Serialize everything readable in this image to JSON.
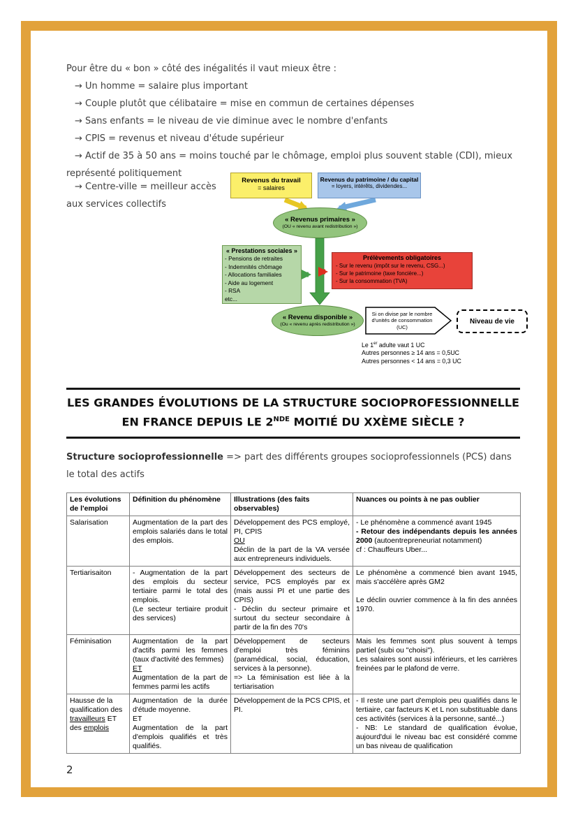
{
  "colors": {
    "frame": "#E2A23B",
    "work_income_bg": "#FBEF6A",
    "capital_income_bg": "#A8C6EA",
    "primary_income_bg": "#93C47D",
    "social_benefits_bg": "#B6D7A8",
    "levies_bg": "#E8433A",
    "flow_arrow_green": "#46A049",
    "levy_arrow_red": "#DD2F1F"
  },
  "intro": {
    "lead": "Pour être du « bon » côté des inégalités il vaut mieux être :",
    "items": [
      "→ Un homme = salaire plus important",
      "→ Couple plutôt que célibataire = mise en commun de certaines dépenses",
      "→ Sans enfants = le niveau de vie diminue avec le nombre d'enfants",
      "→ CPIS = revenus et niveau d'étude supérieur",
      "→ Actif de 35 à 50 ans = moins touché par le chômage, emploi plus souvent stable (CDI), mieux représenté politiquement",
      "→ Centre-ville = meilleur accès aux services collectifs"
    ]
  },
  "diagram": {
    "work_income": {
      "title": "Revenus du travail",
      "subtitle": "= salaires"
    },
    "capital_income": {
      "title": "Revenus du patrimoine / du capital",
      "subtitle": "= loyers, intérêts, dividendes..."
    },
    "primary_income": {
      "title": "« Revenus primaires »",
      "subtitle": "(OU « revenu avant redistribution »)"
    },
    "social_benefits": {
      "title": "« Prestations sociales »",
      "items": [
        "- Pensions de retraites",
        "- Indemnités chômage",
        "- Allocations familiales",
        "- Aide au logement",
        "- RSA",
        "etc..."
      ]
    },
    "levies": {
      "title": "Prélèvements obligatoires",
      "items": [
        "- Sur le revenu (impôt sur le revenu, CSG...)",
        "- Sur le patrimoine (taxe foncière...)",
        "- Sur la consommation (TVA)"
      ]
    },
    "disposable_income": {
      "title": "« Revenu disponible »",
      "subtitle": "(Ou « revenu après redistribution »)"
    },
    "division_note": "Si on divise par le nombre d'unités de consommation (UC)",
    "living_standard": "Niveau de vie",
    "uc_notes": {
      "line1_pre": "Le 1",
      "line1_sup": "er",
      "line1_post": " adulte vaut 1 UC",
      "line2": "Autres personnes ≥ 14 ans = 0,5UC",
      "line3": "Autres personnes < 14 ans = 0,3 UC"
    }
  },
  "section_title": {
    "line1": "LES GRANDES ÉVOLUTIONS DE LA STRUCTURE SOCIOPROFESSIONNELLE",
    "line2_before": "EN FRANCE DEPUIS LE 2",
    "line2_sup": "NDE",
    "line2_after": " MOITIÉ DU XXÈME SIÈCLE ?"
  },
  "definition": {
    "term": "Structure socioprofessionnelle",
    "rest": " => part des différents groupes socioprofessionnels (PCS) dans le total des actifs"
  },
  "table": {
    "headers": [
      "Les évolutions de l'emploi",
      "Définition du phénomène",
      "Illustrations (des faits observables)",
      "Nuances ou points à ne pas oublier"
    ],
    "rows": [
      {
        "label": [
          [
            {
              "t": "Salarisation"
            }
          ]
        ],
        "definition": [
          [
            {
              "t": "Augmentation de la part des emplois salariés dans le total des emplois."
            }
          ]
        ],
        "illustrations": [
          [
            {
              "t": "Développement des PCS employé, PI, CPIS"
            }
          ],
          [
            {
              "t": "OU",
              "u": true
            }
          ],
          [
            {
              "t": "Déclin de la part de la VA versée aux entrepreneurs individuels."
            }
          ]
        ],
        "nuances": [
          [
            {
              "t": "- Le phénomène a commencé avant 1945"
            }
          ],
          [
            {
              "t": "-  ",
              "b": true
            },
            {
              "t": "Retour des indépendants depuis les années 2000",
              "b": true
            },
            {
              "t": " (autoentrepreneuriat notamment)"
            }
          ],
          [
            {
              "t": "cf : Chauffeurs Uber..."
            }
          ]
        ]
      },
      {
        "label": [
          [
            {
              "t": "Tertiarisaiton"
            }
          ]
        ],
        "definition": [
          [
            {
              "t": "- Augmentation de la part des emplois du secteur tertiaire parmi le total des emplois."
            }
          ],
          [
            {
              "t": "(Le secteur tertiaire produit des services)"
            }
          ]
        ],
        "illustrations": [
          [
            {
              "t": "Développement des secteurs de service, PCS employés par ex (mais aussi PI et une partie des CPIS)"
            }
          ],
          [
            {
              "t": "- Déclin du secteur primaire et surtout du secteur secondaire à partir de la fin des 70's"
            }
          ]
        ],
        "nuances": [
          [
            {
              "t": "Le phénomène a commencé bien avant 1945, mais s'accélère après GM2"
            }
          ],
          [],
          [
            {
              "t": "Le déclin ouvrier commence à la fin des années 1970."
            }
          ]
        ]
      },
      {
        "label": [
          [
            {
              "t": "Féminisation"
            }
          ]
        ],
        "definition": [
          [
            {
              "t": "Augmentation de la part d'actifs parmi les femmes (taux d'activité des femmes)"
            }
          ],
          [
            {
              "t": "ET",
              "u": true
            }
          ],
          [
            {
              "t": "Augmentation de la part de femmes parmi les actifs"
            }
          ]
        ],
        "illustrations": [
          [
            {
              "t": "Développement de secteurs d'emploi très féminins (paramédical, social, éducation, services à la personne)."
            }
          ],
          [
            {
              "t": "=> La féminisation est liée à la tertiarisation"
            }
          ]
        ],
        "nuances": [
          [
            {
              "t": "Mais les femmes sont plus souvent à temps partiel (subi ou \"choisi\")."
            }
          ],
          [
            {
              "t": "Les salaires sont aussi inférieurs, et les carrières freinées par le plafond de verre."
            }
          ]
        ]
      },
      {
        "label": [
          [
            {
              "t": "Hausse de la qualification des "
            },
            {
              "t": "travailleurs",
              "u": true
            },
            {
              "t": " ET des "
            },
            {
              "t": "emplois",
              "u": true
            }
          ]
        ],
        "definition": [
          [
            {
              "t": "Augmentation de la durée d'étude moyenne."
            }
          ],
          [
            {
              "t": "ET"
            }
          ],
          [
            {
              "t": "Augmentation de la part d'emplois qualifiés et très qualifiés."
            }
          ]
        ],
        "illustrations": [
          [
            {
              "t": "Développement de la PCS CPIS, et PI."
            }
          ]
        ],
        "nuances": [
          [
            {
              "t": "- Il reste une part d'emplois peu qualifiés dans le tertiaire, car facteurs K et L non substituable dans ces activités (services à la personne, santé...)"
            }
          ],
          [
            {
              "t": "- NB: Le standard de qualification évolue, aujourd'dui le niveau bac est considéré comme un bas niveau de qualification"
            }
          ]
        ]
      }
    ]
  },
  "page_number": "2"
}
